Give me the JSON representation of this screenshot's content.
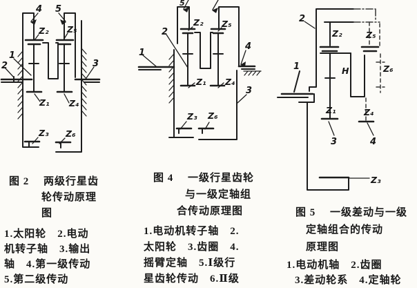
{
  "page": {
    "paper_color": "#fcfbf7",
    "ink_color": "#1c1c1c"
  },
  "figures": {
    "fig2": {
      "diagram_labels": {
        "n1": "1",
        "n2": "2",
        "n3": "3",
        "n4": "4",
        "n5": "5",
        "z1": "Z₁",
        "z2": "Z₂",
        "z3": "Z₃",
        "z4": "Z₄",
        "z5": "Z₅",
        "z6": "Z₆"
      },
      "title_lines": [
        "图 2　 两级行星齿",
        "轮传动原理",
        "图"
      ],
      "legend_lines": [
        "1.太阳轮　2.电动",
        "机转子轴　3.输出",
        "轴　4.第一级传动",
        "5.第二级传动"
      ]
    },
    "fig4": {
      "diagram_labels": {
        "n1": "1",
        "n2": "2",
        "n3": "3",
        "n4": "4",
        "n5": "5",
        "z1": "Z₁",
        "z2": "Z₂",
        "z3": "Z₃",
        "z4": "Z₄",
        "z5": "Z₅",
        "z6": "Z₆"
      },
      "title_lines": [
        "图 4　 一级行星齿轮",
        "与一级定轴组",
        "合传动原理图"
      ],
      "legend_lines": [
        "1.电动机转子轴　2.",
        "太阳轮　3.齿圈　4.",
        "摇臂定轴　5.Ⅰ级行",
        "星齿轮传动　6.Ⅱ级"
      ]
    },
    "fig5": {
      "diagram_labels": {
        "n1": "1",
        "n2": "2",
        "n3": "3",
        "n4": "4",
        "h": "H",
        "z1": "Z₁",
        "z2": "Z₂",
        "z3": "Z₃",
        "z4": "Z₄",
        "z5": "Z₅",
        "z6": "Z₆"
      },
      "title_lines": [
        "图 5　 一级差动与一级",
        "定轴组合的传动",
        "原理图"
      ],
      "legend_lines": [
        "1.电动机轴　2.齿圈",
        "3.差动轮系　4.定轴轮"
      ]
    }
  }
}
